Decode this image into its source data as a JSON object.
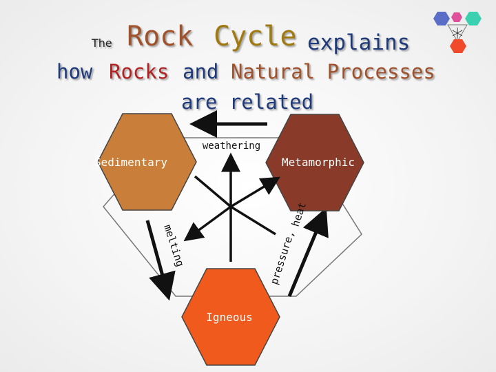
{
  "title": {
    "the": "The",
    "rock": "Rock",
    "cycle": "Cycle",
    "explains": "explains"
  },
  "subtitle": {
    "how": "how",
    "rocks": "Rocks",
    "and": "and",
    "natural_processes": "Natural Processes",
    "are_related": "are related"
  },
  "diagram": {
    "nodes": {
      "sedimentary": "Sedimentary",
      "metamorphic": "Metamorphic",
      "igneous": "Igneous"
    },
    "processes": {
      "weathering": "weathering",
      "melting": "melting",
      "heat": "heat",
      "pressure": "pressure,"
    }
  },
  "colors": {
    "sedimentary": "#c97f3a",
    "metamorphic": "#8a3a28",
    "igneous": "#f05a1c",
    "logo_blue": "#5a6ec8",
    "logo_pink": "#e0509a",
    "logo_teal": "#3ad0b0",
    "logo_red": "#f04a2a"
  }
}
